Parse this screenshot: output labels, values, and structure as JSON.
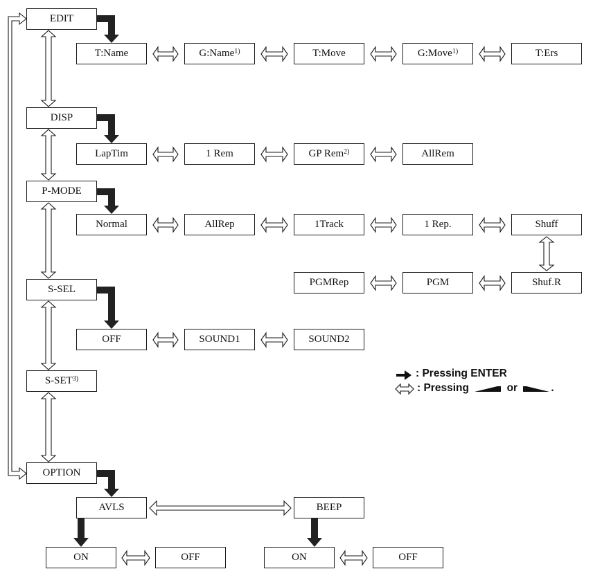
{
  "menu": {
    "edit": {
      "label": "EDIT",
      "items": [
        {
          "label": "T:Name",
          "note": ""
        },
        {
          "label": "G:Name",
          "note": "1)"
        },
        {
          "label": "T:Move",
          "note": ""
        },
        {
          "label": "G:Move",
          "note": "1)"
        },
        {
          "label": "T:Ers",
          "note": ""
        }
      ]
    },
    "disp": {
      "label": "DISP",
      "items": [
        {
          "label": "LapTim",
          "note": ""
        },
        {
          "label": "1 Rem",
          "note": ""
        },
        {
          "label": "GP Rem",
          "note": "2)"
        },
        {
          "label": "AllRem",
          "note": ""
        }
      ]
    },
    "pmode": {
      "label": "P-MODE",
      "items_row1": [
        {
          "label": "Normal",
          "note": ""
        },
        {
          "label": "AllRep",
          "note": ""
        },
        {
          "label": "1Track",
          "note": ""
        },
        {
          "label": "1 Rep.",
          "note": ""
        },
        {
          "label": "Shuff",
          "note": ""
        }
      ],
      "items_row2": [
        {
          "label": "PGMRep",
          "note": ""
        },
        {
          "label": "PGM",
          "note": ""
        },
        {
          "label": "Shuf.R",
          "note": ""
        }
      ]
    },
    "ssel": {
      "label": "S-SEL",
      "items": [
        {
          "label": "OFF",
          "note": ""
        },
        {
          "label": "SOUND1",
          "note": ""
        },
        {
          "label": "SOUND2",
          "note": ""
        }
      ]
    },
    "sset": {
      "label": "S-SET",
      "note": "3)"
    },
    "option": {
      "label": "OPTION",
      "avls": {
        "label": "AVLS",
        "items": [
          {
            "label": "ON",
            "note": ""
          },
          {
            "label": "OFF",
            "note": ""
          }
        ]
      },
      "beep": {
        "label": "BEEP",
        "items": [
          {
            "label": "ON",
            "note": ""
          },
          {
            "label": "OFF",
            "note": ""
          }
        ]
      }
    }
  },
  "legend": {
    "enter_text": ": Pressing ENTER",
    "arrows_prefix": ": Pressing",
    "arrows_or": "or",
    "arrows_end": "."
  },
  "colors": {
    "line": "#1a1a1a",
    "box_fill": "#ffffff",
    "arrow_fill": "#222222"
  }
}
